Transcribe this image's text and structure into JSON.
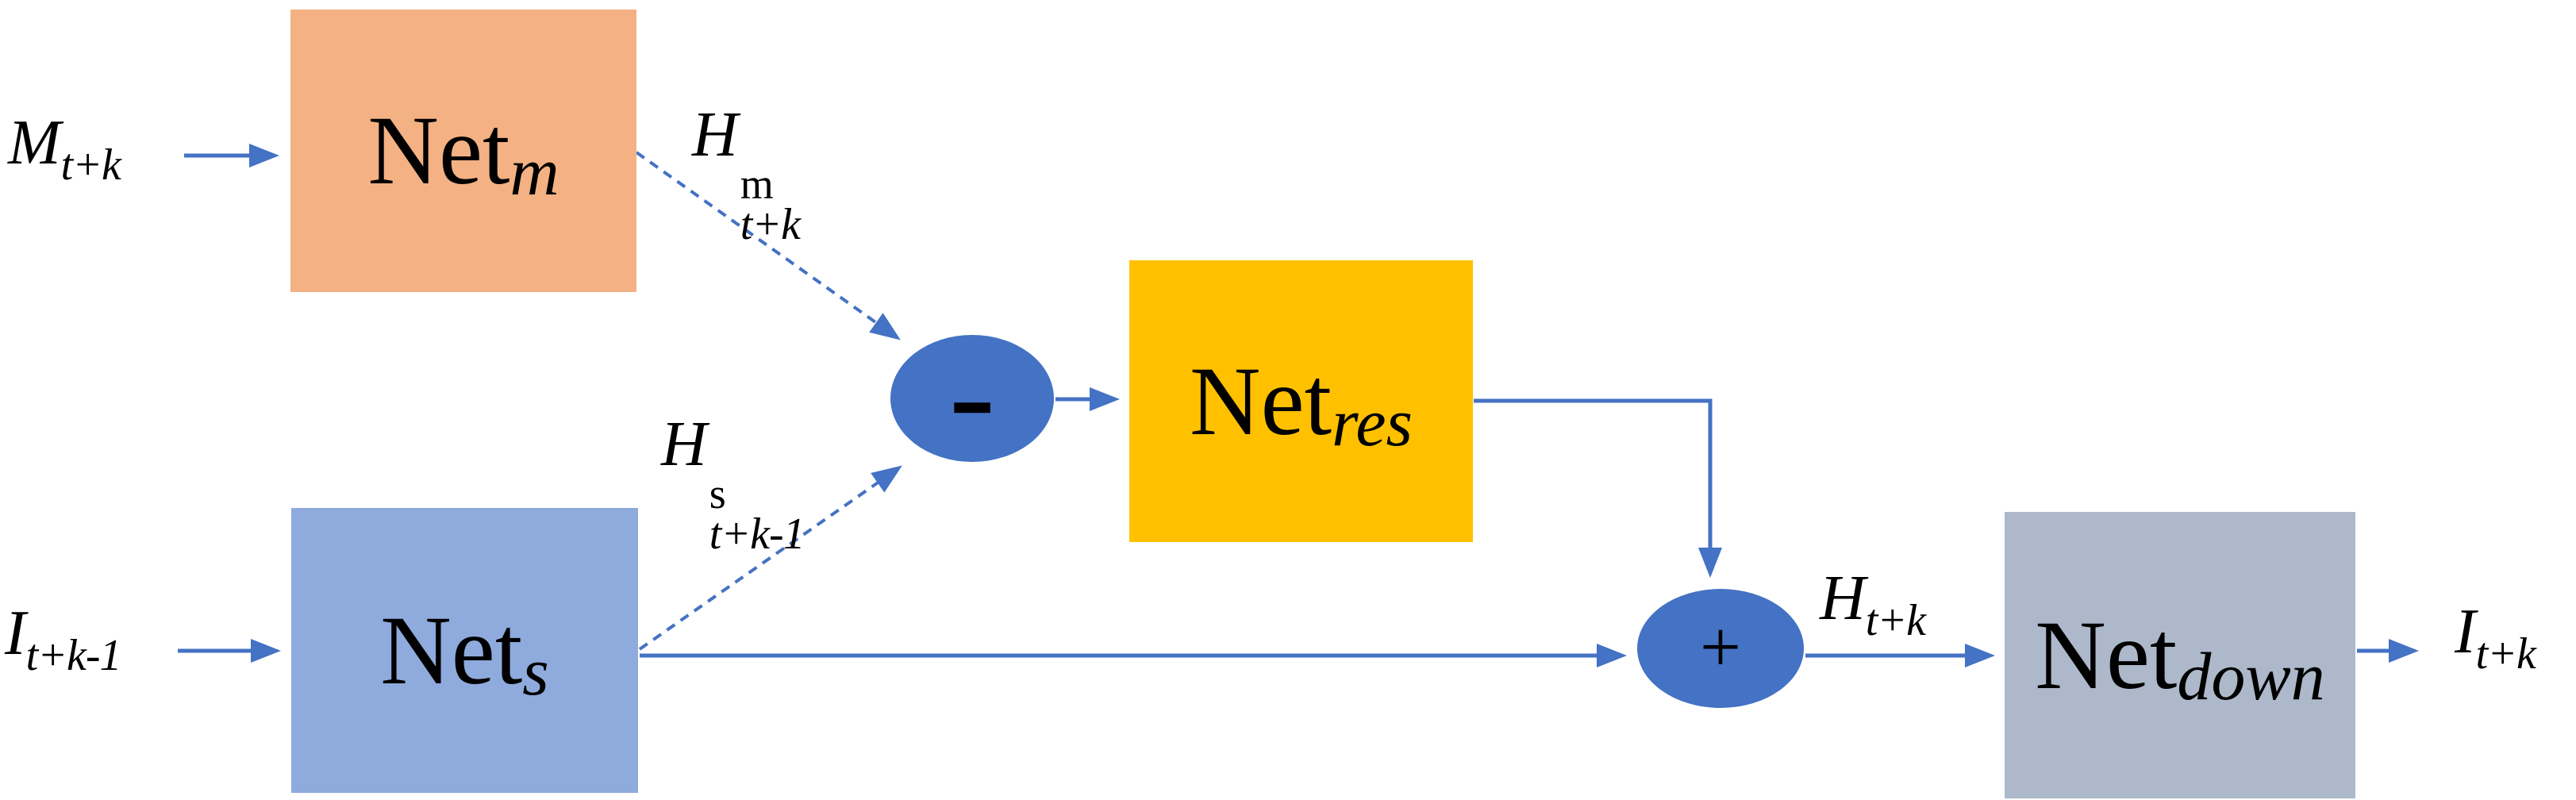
{
  "diagram": {
    "type": "neural-network-block-diagram",
    "colors": {
      "arrow": "#4472C4",
      "operator_fill": "#4472C4",
      "operator_glyph": "#000000",
      "net_m_fill": "#F4B183",
      "net_s_fill": "#8FAADC",
      "net_res_fill": "#FFC000",
      "net_down_fill": "#ADB9CA",
      "text": "#000000",
      "background": "#FFFFFF"
    },
    "blocks": {
      "net_m": {
        "base": "Net",
        "sub": "m"
      },
      "net_s": {
        "base": "Net",
        "sub": "s"
      },
      "net_res": {
        "base": "Net",
        "sub": "res"
      },
      "net_down": {
        "base": "Net",
        "sub": "down"
      }
    },
    "operators": {
      "minus": "-",
      "plus": "+"
    },
    "labels": {
      "input_m": {
        "main": "M",
        "sub": "t+k"
      },
      "input_i": {
        "main": "I",
        "sub": "t+k-1"
      },
      "h_m": {
        "main": "H",
        "sup": "m",
        "sub": "t+k"
      },
      "h_s": {
        "main": "H",
        "sup": "s",
        "sub": "t+k-1"
      },
      "h_out": {
        "main": "H",
        "sub": "t+k"
      },
      "output_i": {
        "main": "I",
        "sub": "t+k"
      }
    },
    "connections": [
      {
        "from": "label-M_t+k",
        "to": "net_m",
        "style": "solid"
      },
      {
        "from": "net_m",
        "to": "minus-operator",
        "style": "dashed",
        "label": "H^m_t+k"
      },
      {
        "from": "net_s",
        "to": "minus-operator",
        "style": "dashed",
        "label": "H^s_t+k-1"
      },
      {
        "from": "minus-operator",
        "to": "net_res",
        "style": "solid"
      },
      {
        "from": "net_res",
        "to": "plus-operator",
        "style": "solid"
      },
      {
        "from": "label-I_t+k-1",
        "to": "net_s",
        "style": "solid"
      },
      {
        "from": "net_s",
        "to": "plus-operator",
        "style": "solid"
      },
      {
        "from": "plus-operator",
        "to": "net_down",
        "style": "solid",
        "label": "H_t+k"
      },
      {
        "from": "net_down",
        "to": "label-I_t+k",
        "style": "solid"
      }
    ]
  }
}
